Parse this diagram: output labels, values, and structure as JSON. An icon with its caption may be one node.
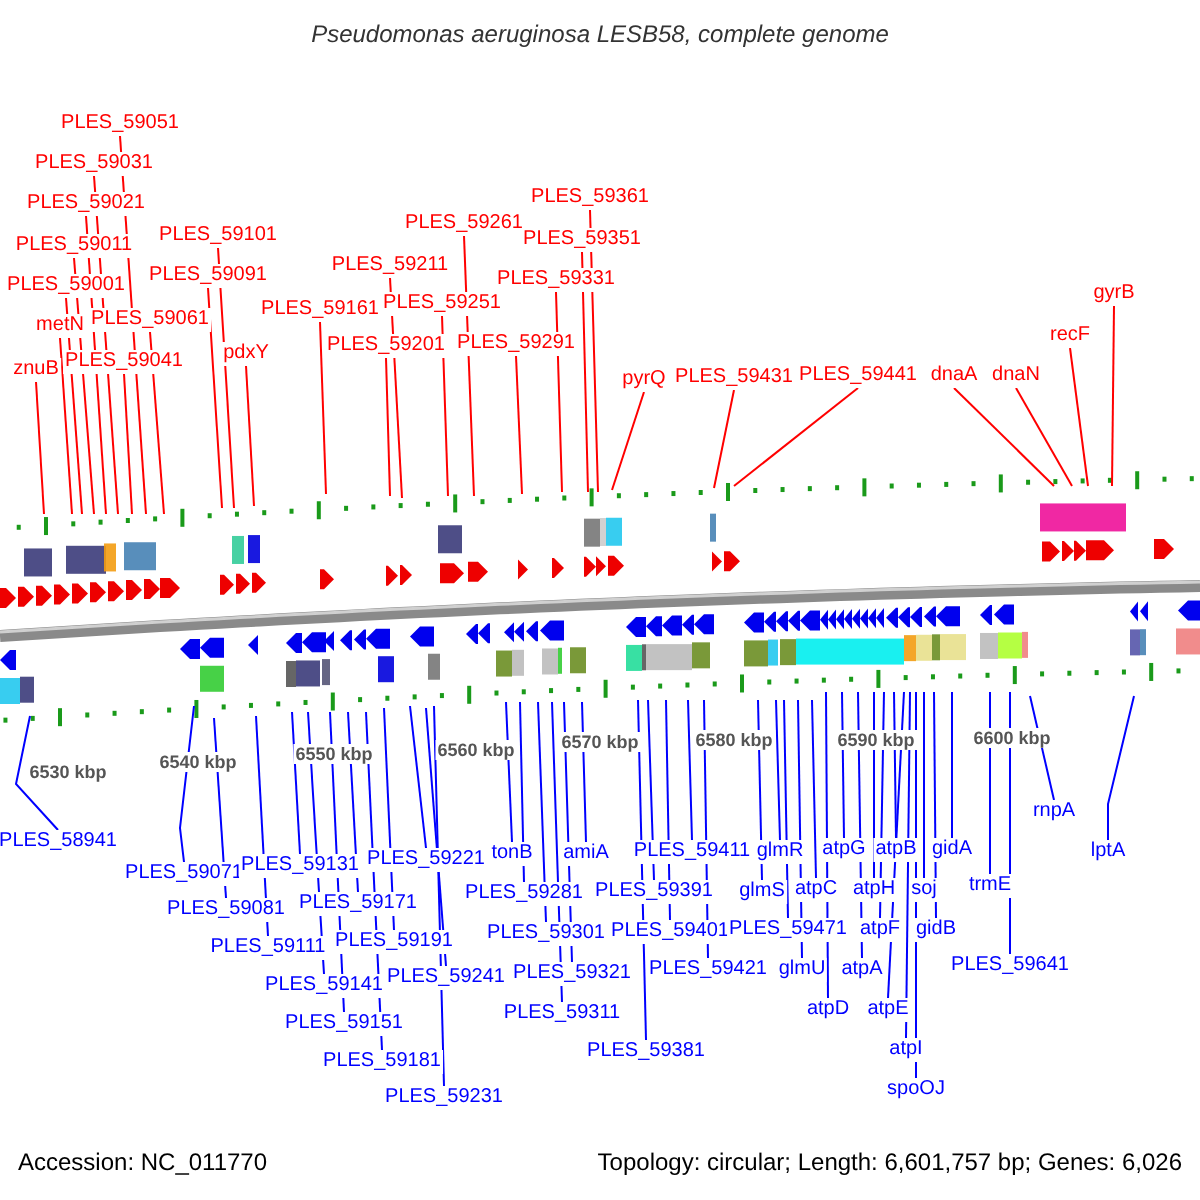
{
  "diagram": {
    "title": "Pseudomonas aeruginosa LESB58, complete genome",
    "nodes": [
      {
        "text": [
          "znuB"
        ]
      },
      {
        "text": [
          "metN"
        ]
      },
      {
        "text": [
          "PLES_59001"
        ]
      },
      {
        "text": [
          "PLES_59011"
        ]
      },
      {
        "text": [
          "PLES_59021"
        ]
      },
      {
        "text": [
          "PLES_59031"
        ]
      },
      {
        "text": [
          "PLES_59041"
        ]
      },
      {
        "text": [
          "PLES_59051"
        ]
      },
      {
        "text": [
          "PLES_59061"
        ]
      },
      {
        "text": [
          "PLES_59091"
        ]
      },
      {
        "text": [
          "PLES_59101"
        ]
      },
      {
        "text": [
          "pdxY"
        ]
      },
      {
        "text": [
          "PLES_59161"
        ]
      },
      {
        "text": [
          "PLES_59201"
        ]
      },
      {
        "text": [
          "PLES_59211"
        ]
      },
      {
        "text": [
          "PLES_59251"
        ]
      },
      {
        "text": [
          "PLES_59261"
        ]
      },
      {
        "text": [
          "PLES_59291"
        ]
      },
      {
        "text": [
          "PLES_59331"
        ]
      },
      {
        "text": [
          "PLES_59351"
        ]
      },
      {
        "text": [
          "PLES_59361"
        ]
      },
      {
        "text": [
          "pyrQ"
        ]
      },
      {
        "text": [
          "PLES_59431"
        ]
      },
      {
        "text": [
          "PLES_59441"
        ]
      },
      {
        "text": [
          "dnaA"
        ]
      },
      {
        "text": [
          "dnaN"
        ]
      },
      {
        "text": [
          "recF"
        ]
      },
      {
        "text": [
          "gyrB"
        ]
      },
      {
        "text": [
          "PLES_58941"
        ]
      },
      {
        "text": [
          "PLES_59071"
        ]
      },
      {
        "text": [
          "PLES_59081"
        ]
      },
      {
        "text": [
          "PLES_59111"
        ]
      },
      {
        "text": [
          "PLES_59131"
        ]
      },
      {
        "text": [
          "PLES_59141"
        ]
      },
      {
        "text": [
          "PLES_59151"
        ]
      },
      {
        "text": [
          "PLES_59171"
        ]
      },
      {
        "text": [
          "PLES_59181"
        ]
      },
      {
        "text": [
          "PLES_59191"
        ]
      },
      {
        "text": [
          "PLES_59221"
        ]
      },
      {
        "text": [
          "PLES_59231"
        ]
      },
      {
        "text": [
          "PLES_59241"
        ]
      },
      {
        "text": [
          "tonB"
        ]
      },
      {
        "text": [
          "PLES_59281"
        ]
      },
      {
        "text": [
          "PLES_59301"
        ]
      },
      {
        "text": [
          "PLES_59311"
        ]
      },
      {
        "text": [
          "PLES_59321"
        ]
      },
      {
        "text": [
          "amiA"
        ]
      },
      {
        "text": [
          "PLES_59381"
        ]
      },
      {
        "text": [
          "PLES_59391"
        ]
      },
      {
        "text": [
          "PLES_59401"
        ]
      },
      {
        "text": [
          "PLES_59411"
        ]
      },
      {
        "text": [
          "PLES_59421"
        ]
      },
      {
        "text": [
          "glmR"
        ]
      },
      {
        "text": [
          "glmS"
        ]
      },
      {
        "text": [
          "PLES_59471"
        ]
      },
      {
        "text": [
          "glmU"
        ]
      },
      {
        "text": [
          "atpC"
        ]
      },
      {
        "text": [
          "atpG"
        ]
      },
      {
        "text": [
          "atpD"
        ]
      },
      {
        "text": [
          "atpA"
        ]
      },
      {
        "text": [
          "atpH"
        ]
      },
      {
        "text": [
          "atpB"
        ]
      },
      {
        "text": [
          "atpF"
        ]
      },
      {
        "text": [
          "atpE"
        ]
      },
      {
        "text": [
          "atpI"
        ]
      },
      {
        "text": [
          "spoOJ"
        ]
      },
      {
        "text": [
          "soj"
        ]
      },
      {
        "text": [
          "gidB"
        ]
      },
      {
        "text": [
          "gidA"
        ]
      },
      {
        "text": [
          "trmE"
        ]
      },
      {
        "text": [
          "PLES_59641"
        ]
      },
      {
        "text": [
          "rnpA"
        ]
      },
      {
        "text": [
          "lptA"
        ]
      }
    ],
    "edges": [
      {
        "from": 0,
        "to": null,
        "arrow": "none",
        "color": "#ff0000"
      },
      {
        "from": 1,
        "to": null,
        "arrow": "none",
        "color": "#ff0000"
      },
      {
        "from": 2,
        "to": null,
        "arrow": "none",
        "color": "#ff0000"
      },
      {
        "from": 3,
        "to": null,
        "arrow": "none",
        "color": "#ff0000"
      },
      {
        "from": 4,
        "to": null,
        "arrow": "none",
        "color": "#ff0000"
      },
      {
        "from": 5,
        "to": null,
        "arrow": "none",
        "color": "#ff0000"
      },
      {
        "from": 6,
        "to": null,
        "arrow": "none",
        "color": "#ff0000"
      },
      {
        "from": 7,
        "to": null,
        "arrow": "none",
        "color": "#ff0000"
      },
      {
        "from": 8,
        "to": null,
        "arrow": "none",
        "color": "#ff0000"
      },
      {
        "from": 9,
        "to": null,
        "arrow": "none",
        "color": "#ff0000"
      },
      {
        "from": 10,
        "to": null,
        "arrow": "none",
        "color": "#ff0000"
      },
      {
        "from": 11,
        "to": null,
        "arrow": "none",
        "color": "#ff0000"
      },
      {
        "from": 12,
        "to": null,
        "arrow": "none",
        "color": "#ff0000"
      },
      {
        "from": 13,
        "to": null,
        "arrow": "none",
        "color": "#ff0000"
      },
      {
        "from": 14,
        "to": null,
        "arrow": "none",
        "color": "#ff0000"
      },
      {
        "from": 15,
        "to": null,
        "arrow": "none",
        "color": "#ff0000"
      },
      {
        "from": 16,
        "to": null,
        "arrow": "none",
        "color": "#ff0000"
      },
      {
        "from": 17,
        "to": null,
        "arrow": "none",
        "color": "#ff0000"
      },
      {
        "from": 18,
        "to": null,
        "arrow": "none",
        "color": "#ff0000"
      },
      {
        "from": 19,
        "to": null,
        "arrow": "none",
        "color": "#ff0000"
      },
      {
        "from": 20,
        "to": null,
        "arrow": "none",
        "color": "#ff0000"
      },
      {
        "from": 21,
        "to": null,
        "arrow": "none",
        "color": "#ff0000"
      },
      {
        "from": 22,
        "to": null,
        "arrow": "none",
        "color": "#ff0000"
      },
      {
        "from": 23,
        "to": null,
        "arrow": "none",
        "color": "#ff0000"
      },
      {
        "from": 24,
        "to": null,
        "arrow": "none",
        "color": "#ff0000"
      },
      {
        "from": 25,
        "to": null,
        "arrow": "none",
        "color": "#ff0000"
      },
      {
        "from": 26,
        "to": null,
        "arrow": "none",
        "color": "#ff0000"
      },
      {
        "from": 27,
        "to": null,
        "arrow": "none",
        "color": "#ff0000"
      },
      {
        "from": 28,
        "to": null,
        "arrow": "none"
      },
      {
        "from": 29,
        "to": null,
        "arrow": "none"
      },
      {
        "from": 30,
        "to": null,
        "arrow": "none"
      },
      {
        "from": 31,
        "to": null,
        "arrow": "none"
      },
      {
        "from": 32,
        "to": null,
        "arrow": "none"
      },
      {
        "from": 33,
        "to": null,
        "arrow": "none"
      },
      {
        "from": 34,
        "to": null,
        "arrow": "none"
      },
      {
        "from": 35,
        "to": null,
        "arrow": "none"
      },
      {
        "from": 36,
        "to": null,
        "arrow": "none"
      },
      {
        "from": 37,
        "to": null,
        "arrow": "none"
      },
      {
        "from": 38,
        "to": null,
        "arrow": "none"
      },
      {
        "from": 39,
        "to": null,
        "arrow": "none"
      },
      {
        "from": 40,
        "to": null,
        "arrow": "none"
      },
      {
        "from": 41,
        "to": null,
        "arrow": "none"
      },
      {
        "from": 42,
        "to": null,
        "arrow": "none"
      },
      {
        "from": 43,
        "to": null,
        "arrow": "none"
      },
      {
        "from": 44,
        "to": null,
        "arrow": "none"
      },
      {
        "from": 45,
        "to": null,
        "arrow": "none"
      },
      {
        "from": 46,
        "to": null,
        "arrow": "none"
      },
      {
        "from": 47,
        "to": null,
        "arrow": "none"
      },
      {
        "from": 48,
        "to": null,
        "arrow": "none"
      },
      {
        "from": 49,
        "to": null,
        "arrow": "none"
      },
      {
        "from": 50,
        "to": null,
        "arrow": "none"
      },
      {
        "from": 51,
        "to": null,
        "arrow": "none"
      },
      {
        "from": 52,
        "to": null,
        "arrow": "none"
      },
      {
        "from": 53,
        "to": null,
        "arrow": "none"
      },
      {
        "from": 54,
        "to": null,
        "arrow": "none"
      },
      {
        "from": 55,
        "to": null,
        "arrow": "none"
      },
      {
        "from": 56,
        "to": null,
        "arrow": "none"
      },
      {
        "from": 57,
        "to": null,
        "arrow": "none"
      },
      {
        "from": 58,
        "to": null,
        "arrow": "none"
      },
      {
        "from": 59,
        "to": null,
        "arrow": "none"
      },
      {
        "from": 60,
        "to": null,
        "arrow": "none"
      },
      {
        "from": 61,
        "to": null,
        "arrow": "none"
      },
      {
        "from": 62,
        "to": null,
        "arrow": "none"
      },
      {
        "from": 63,
        "to": null,
        "arrow": "none"
      },
      {
        "from": 64,
        "to": null,
        "arrow": "none"
      },
      {
        "from": 65,
        "to": null,
        "arrow": "none"
      },
      {
        "from": 66,
        "to": null,
        "arrow": "none"
      },
      {
        "from": 67,
        "to": null,
        "arrow": "none"
      },
      {
        "from": 68,
        "to": null,
        "arrow": "none"
      },
      {
        "from": 69,
        "to": null,
        "arrow": "none"
      },
      {
        "from": 70,
        "to": null,
        "arrow": "none"
      },
      {
        "from": 71,
        "to": null,
        "arrow": "none"
      },
      {
        "from": 72,
        "to": null,
        "arrow": "none"
      }
    ],
    "labels": [
      "6530 kbp",
      "6540 kbp",
      "6550 kbp",
      "6560 kbp",
      "6570 kbp",
      "6580 kbp",
      "6590 kbp",
      "6600 kbp",
      "Accession: NC_011770",
      "Topology: circular; Length: 6,601,757 bp; Genes: 6,026"
    ]
  }
}
